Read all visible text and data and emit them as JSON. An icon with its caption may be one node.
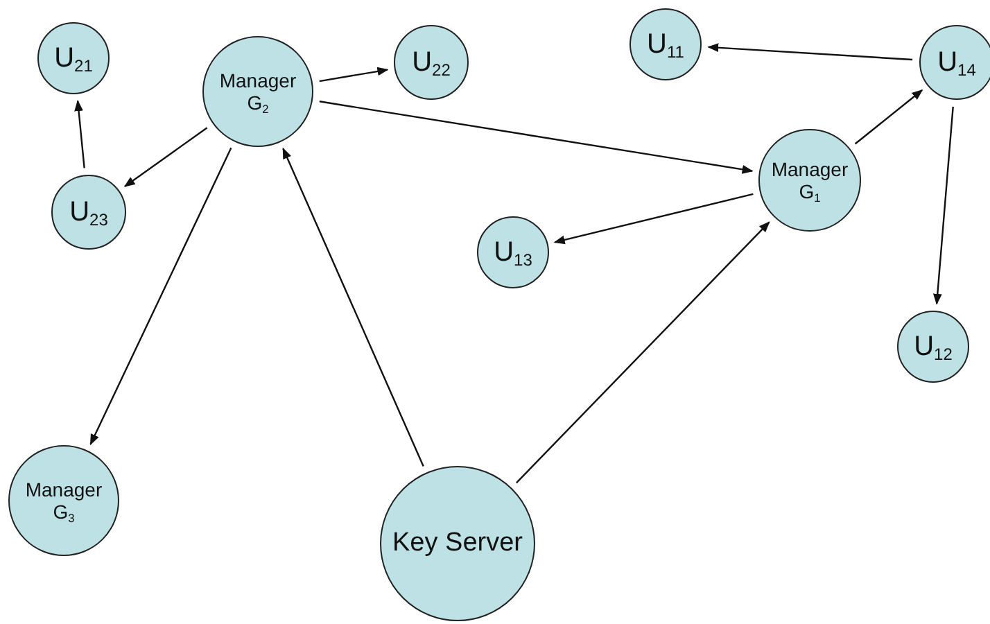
{
  "diagram": {
    "nodes": [
      {
        "text": [
          "U$_{21}$"
        ]
      },
      {
        "text": [
          "Manager G$_{2}$"
        ]
      },
      {
        "text": [
          "U$_{22}$"
        ]
      },
      {
        "text": [
          "U$_{11}$"
        ]
      },
      {
        "text": [
          "U$_{14}$"
        ]
      },
      {
        "text": [
          "U$_{23}$"
        ]
      },
      {
        "text": [
          "Manager G$_{1}$"
        ]
      },
      {
        "text": [
          "U$_{13}$"
        ]
      },
      {
        "text": [
          "U$_{12}$"
        ]
      },
      {
        "text": [
          "Manager G$_{3}$"
        ]
      },
      {
        "text": [
          "Key Server"
        ]
      }
    ],
    "edges": [
      {
        "from": 1,
        "to": 2,
        "arrow": "to"
      },
      {
        "from": 1,
        "to": 5,
        "arrow": "to"
      },
      {
        "from": 5,
        "to": 0,
        "arrow": "to"
      },
      {
        "from": 1,
        "to": 6,
        "arrow": "to"
      },
      {
        "from": 6,
        "to": 4,
        "arrow": "to"
      },
      {
        "from": 4,
        "to": 3,
        "arrow": "to"
      },
      {
        "from": 4,
        "to": 8,
        "arrow": "to"
      },
      {
        "from": 6,
        "to": 7,
        "arrow": "to"
      },
      {
        "from": 1,
        "to": 9,
        "arrow": "to"
      },
      {
        "from": 10,
        "to": 1,
        "arrow": "to"
      },
      {
        "from": 10,
        "to": 6,
        "arrow": "to"
      }
    ]
  }
}
